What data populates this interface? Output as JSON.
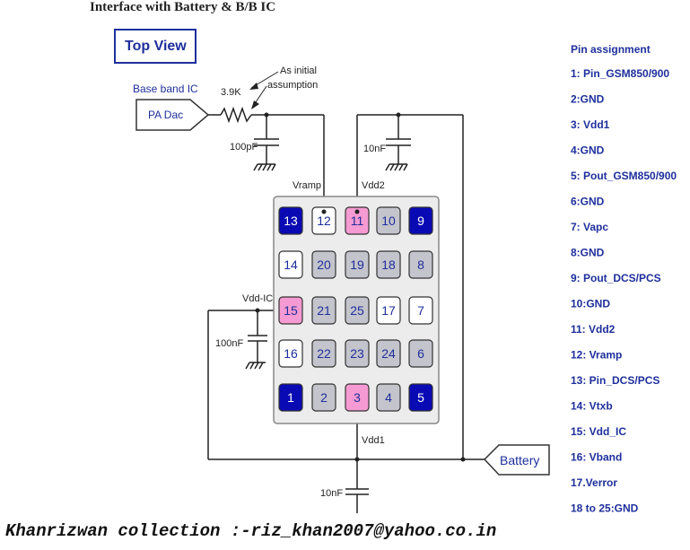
{
  "header": {
    "title": "Interface with Battery & B/B IC"
  },
  "view_label": "Top View",
  "annotations": {
    "baseband_ic": "Base band IC",
    "resistor": "3.9K",
    "initial_note_1": "As initial",
    "initial_note_2": "assumption",
    "pa_dac": "PA Dac",
    "cap_100pf": "100pF",
    "cap_10nf_top": "10nF",
    "vramp": "Vramp",
    "vdd2": "Vdd2",
    "vdd_ic": "Vdd-IC",
    "cap_100nf": "100nF",
    "vdd1": "Vdd1",
    "cap_10nf_bottom": "10nF",
    "battery": "Battery"
  },
  "pins": [
    {
      "n": "13",
      "style": "dark"
    },
    {
      "n": "12",
      "style": "white"
    },
    {
      "n": "11",
      "style": "pink"
    },
    {
      "n": "10",
      "style": "gray"
    },
    {
      "n": "9",
      "style": "dark"
    },
    {
      "n": "14",
      "style": "white"
    },
    {
      "n": "20",
      "style": "gray"
    },
    {
      "n": "19",
      "style": "gray"
    },
    {
      "n": "18",
      "style": "gray"
    },
    {
      "n": "8",
      "style": "gray"
    },
    {
      "n": "15",
      "style": "pink"
    },
    {
      "n": "21",
      "style": "gray"
    },
    {
      "n": "25",
      "style": "gray"
    },
    {
      "n": "17",
      "style": "white"
    },
    {
      "n": "7",
      "style": "white"
    },
    {
      "n": "16",
      "style": "white"
    },
    {
      "n": "22",
      "style": "gray"
    },
    {
      "n": "23",
      "style": "gray"
    },
    {
      "n": "24",
      "style": "gray"
    },
    {
      "n": "6",
      "style": "gray"
    },
    {
      "n": "1",
      "style": "dark"
    },
    {
      "n": "2",
      "style": "gray"
    },
    {
      "n": "3",
      "style": "pink"
    },
    {
      "n": "4",
      "style": "gray"
    },
    {
      "n": "5",
      "style": "dark"
    }
  ],
  "colors": {
    "dark": "#0a0ab4",
    "pink": "#f59ad2",
    "gray": "#c4c4cc",
    "white": "#ffffff",
    "pin_text_blue": "#1e2f9c"
  },
  "pin_assignment": {
    "title": "Pin assignment",
    "items": [
      "1: Pin_GSM850/900",
      "2:GND",
      "3: Vdd1",
      "4:GND",
      "5: Pout_GSM850/900",
      "6:GND",
      "7: Vapc",
      "8:GND",
      "9: Pout_DCS/PCS",
      "10:GND",
      "11: Vdd2",
      "12: Vramp",
      "13: Pin_DCS/PCS",
      "14: Vtxb",
      "15: Vdd_IC",
      "16: Vband",
      "17.Verror",
      "18 to 25:GND"
    ]
  },
  "footer": {
    "credit": "Khanrizwan collection :-riz_khan2007@yahoo.co.in"
  }
}
